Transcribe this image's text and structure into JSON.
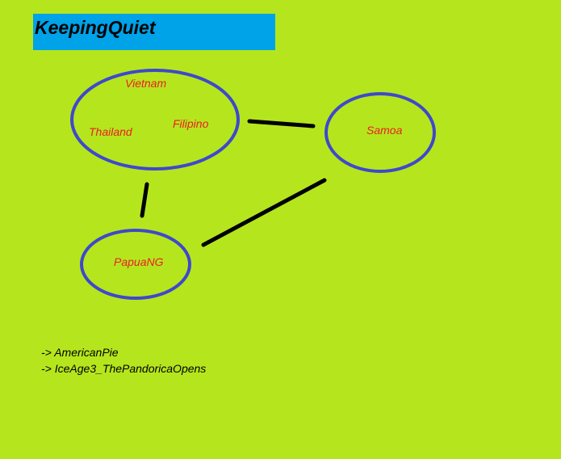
{
  "colors": {
    "background": "#b5e61d",
    "title_background": "#00a2e8",
    "node_outline": "#3f48cc",
    "node_label": "#ed1c24",
    "edge": "#000000"
  },
  "title": "KeepingQuiet",
  "nodes": [
    {
      "id": "asia",
      "labels": [
        "Vietnam",
        "Filipino",
        "Thailand"
      ]
    },
    {
      "id": "samoa",
      "labels": [
        "Samoa"
      ]
    },
    {
      "id": "papua",
      "labels": [
        "PapuaNG"
      ]
    }
  ],
  "edges": [
    {
      "from": "asia",
      "to": "samoa"
    },
    {
      "from": "asia",
      "to": "papua"
    },
    {
      "from": "papua",
      "to": "samoa"
    }
  ],
  "references": [
    "-> AmericanPie",
    "-> IceAge3_ThePandoricaOpens"
  ]
}
